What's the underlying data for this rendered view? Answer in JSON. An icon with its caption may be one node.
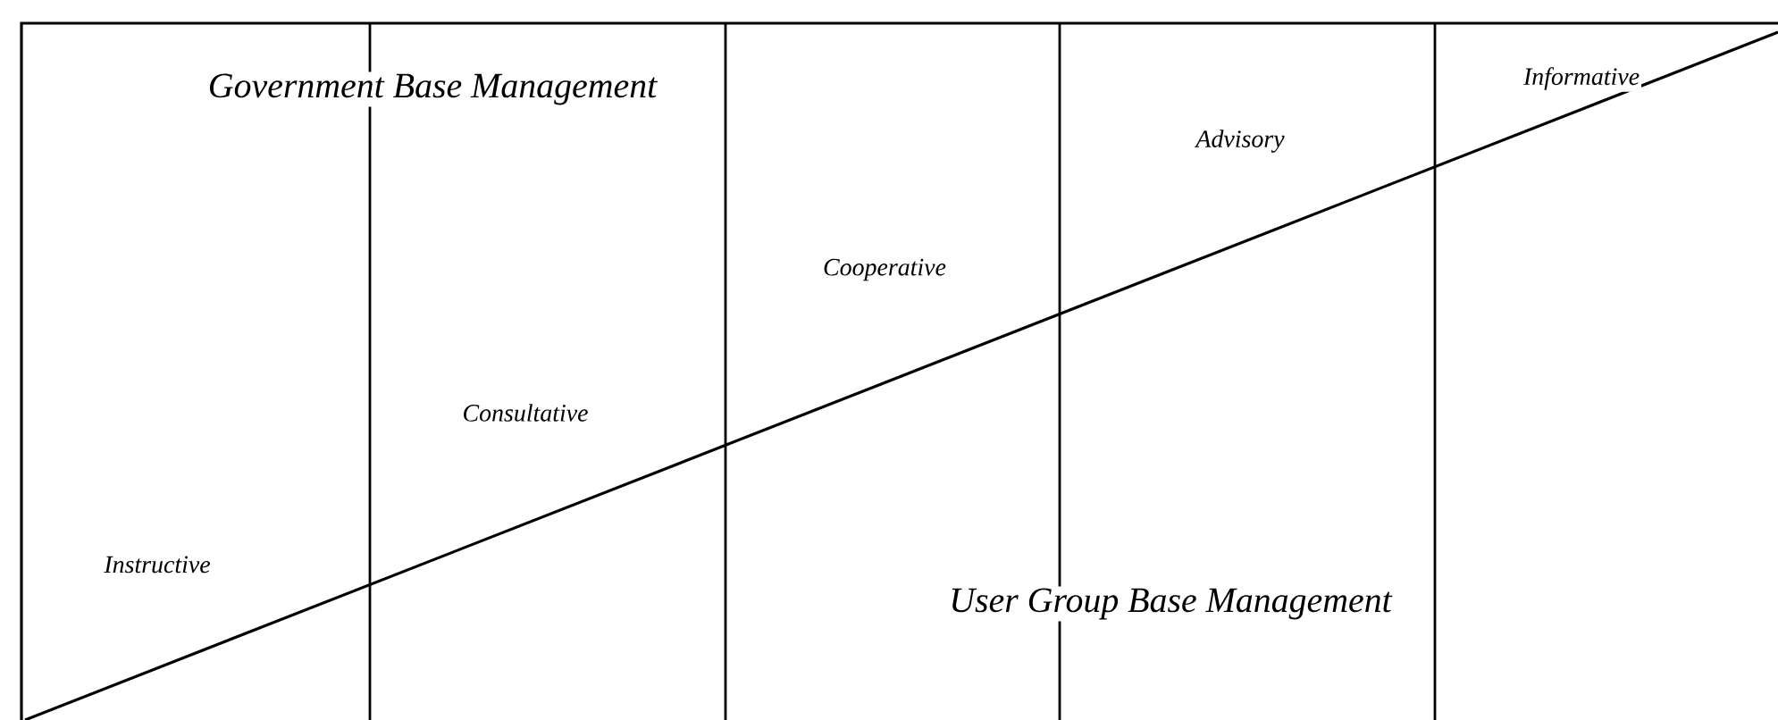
{
  "diagram": {
    "labels": [
      "Government Base Management",
      "Informative",
      "Advisory",
      "Cooperative",
      "Consultative",
      "Instructive",
      "User Group Base Management"
    ]
  }
}
